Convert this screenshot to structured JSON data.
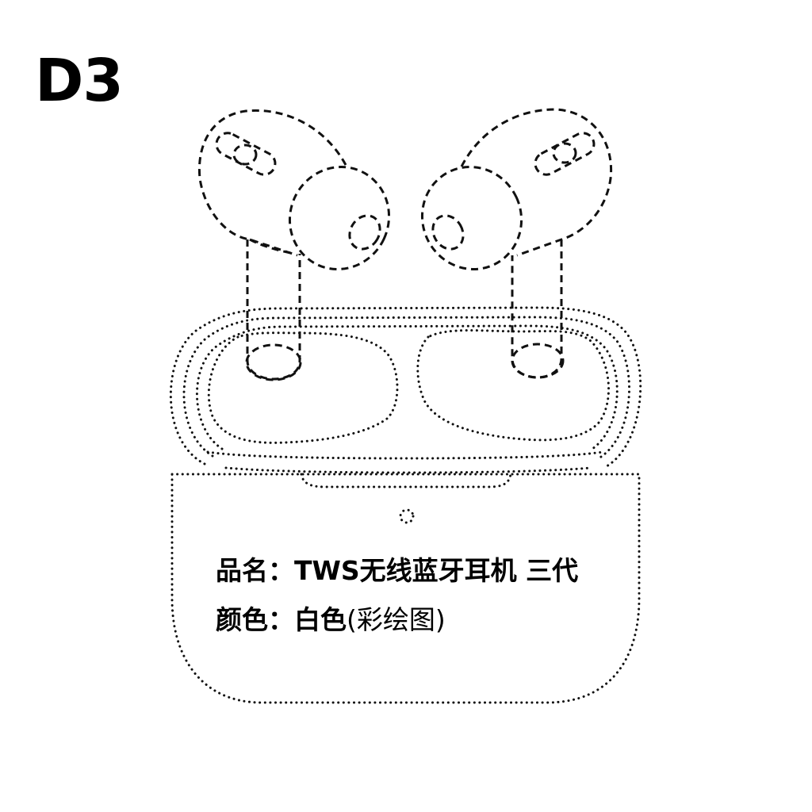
{
  "figure": {
    "label": "D3"
  },
  "product": {
    "name_label": "品名：",
    "name_value": "TWS无线蓝牙耳机 三代",
    "color_label": "颜色：",
    "color_value": "白色",
    "color_note": "(彩绘图)"
  }
}
